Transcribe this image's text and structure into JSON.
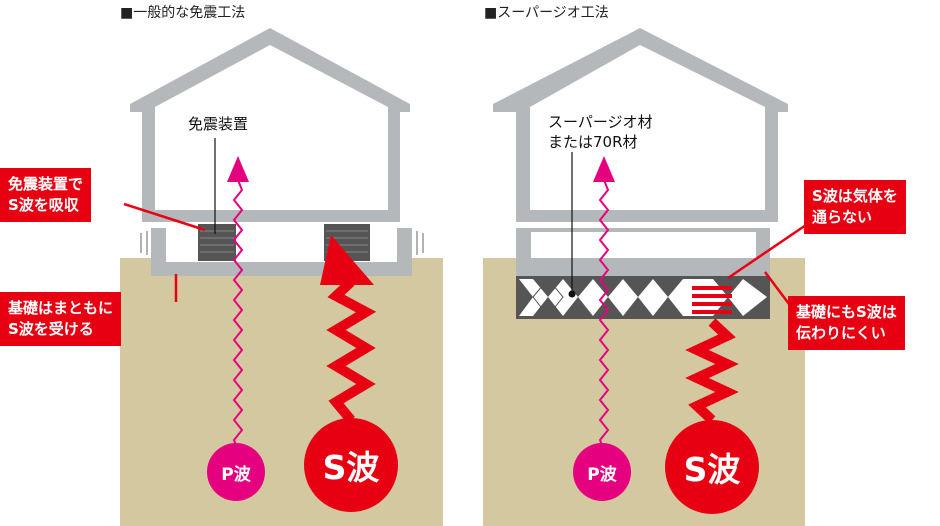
{
  "left_panel": {
    "title": "■一般的な免震工法",
    "device_label": "免震装置",
    "callout_device": [
      "免震装置で",
      "S波を吸収"
    ],
    "callout_foundation": [
      "基礎はまともに",
      "S波を受ける"
    ],
    "p_wave": "P波",
    "s_wave": "S波"
  },
  "right_panel": {
    "title": "■スーパージオ工法",
    "material_label": [
      "スーパージオ材",
      "または70R材"
    ],
    "callout_gas": [
      "S波は気体を",
      "通らない"
    ],
    "callout_foundation": [
      "基礎にもS波は",
      "伝わりにくい"
    ],
    "p_wave": "P波",
    "s_wave": "S波"
  },
  "colors": {
    "ground": "#d4c8a0",
    "house_outline": "#b5b8bb",
    "callout_red": "#e60012",
    "p_wave_magenta": "#e4007f",
    "device_dark": "#555555"
  }
}
